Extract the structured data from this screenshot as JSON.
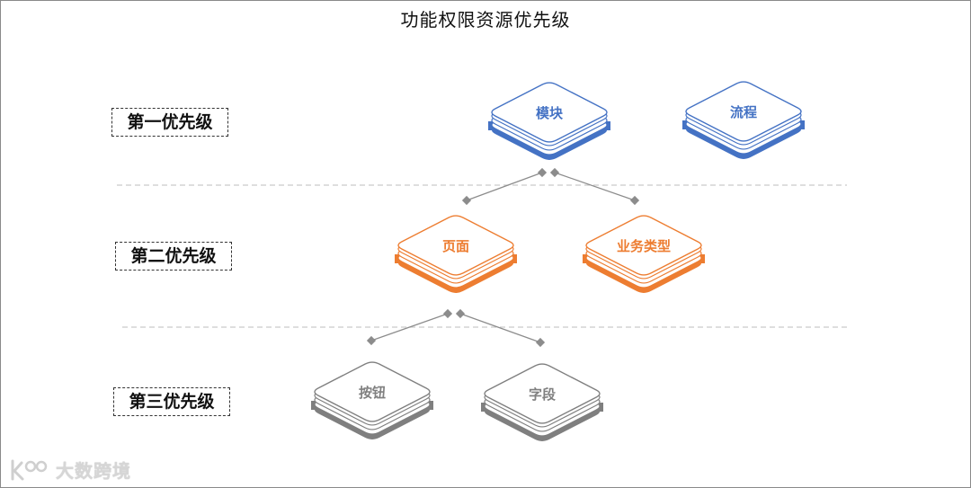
{
  "title": "功能权限资源优先级",
  "colors": {
    "level1": "#4472C4",
    "level2": "#ED7D31",
    "level3": "#7F7F7F",
    "connector": "#8c8c8c",
    "separator": "#c9c9c9"
  },
  "levels": [
    {
      "label": "第一优先级",
      "nodes": [
        "模块",
        "流程"
      ]
    },
    {
      "label": "第二优先级",
      "nodes": [
        "页面",
        "业务类型"
      ]
    },
    {
      "label": "第三优先级",
      "nodes": [
        "按钮",
        "字段"
      ]
    }
  ],
  "watermark": {
    "text": "大数跨境",
    "icon": "k-logo-icon"
  }
}
